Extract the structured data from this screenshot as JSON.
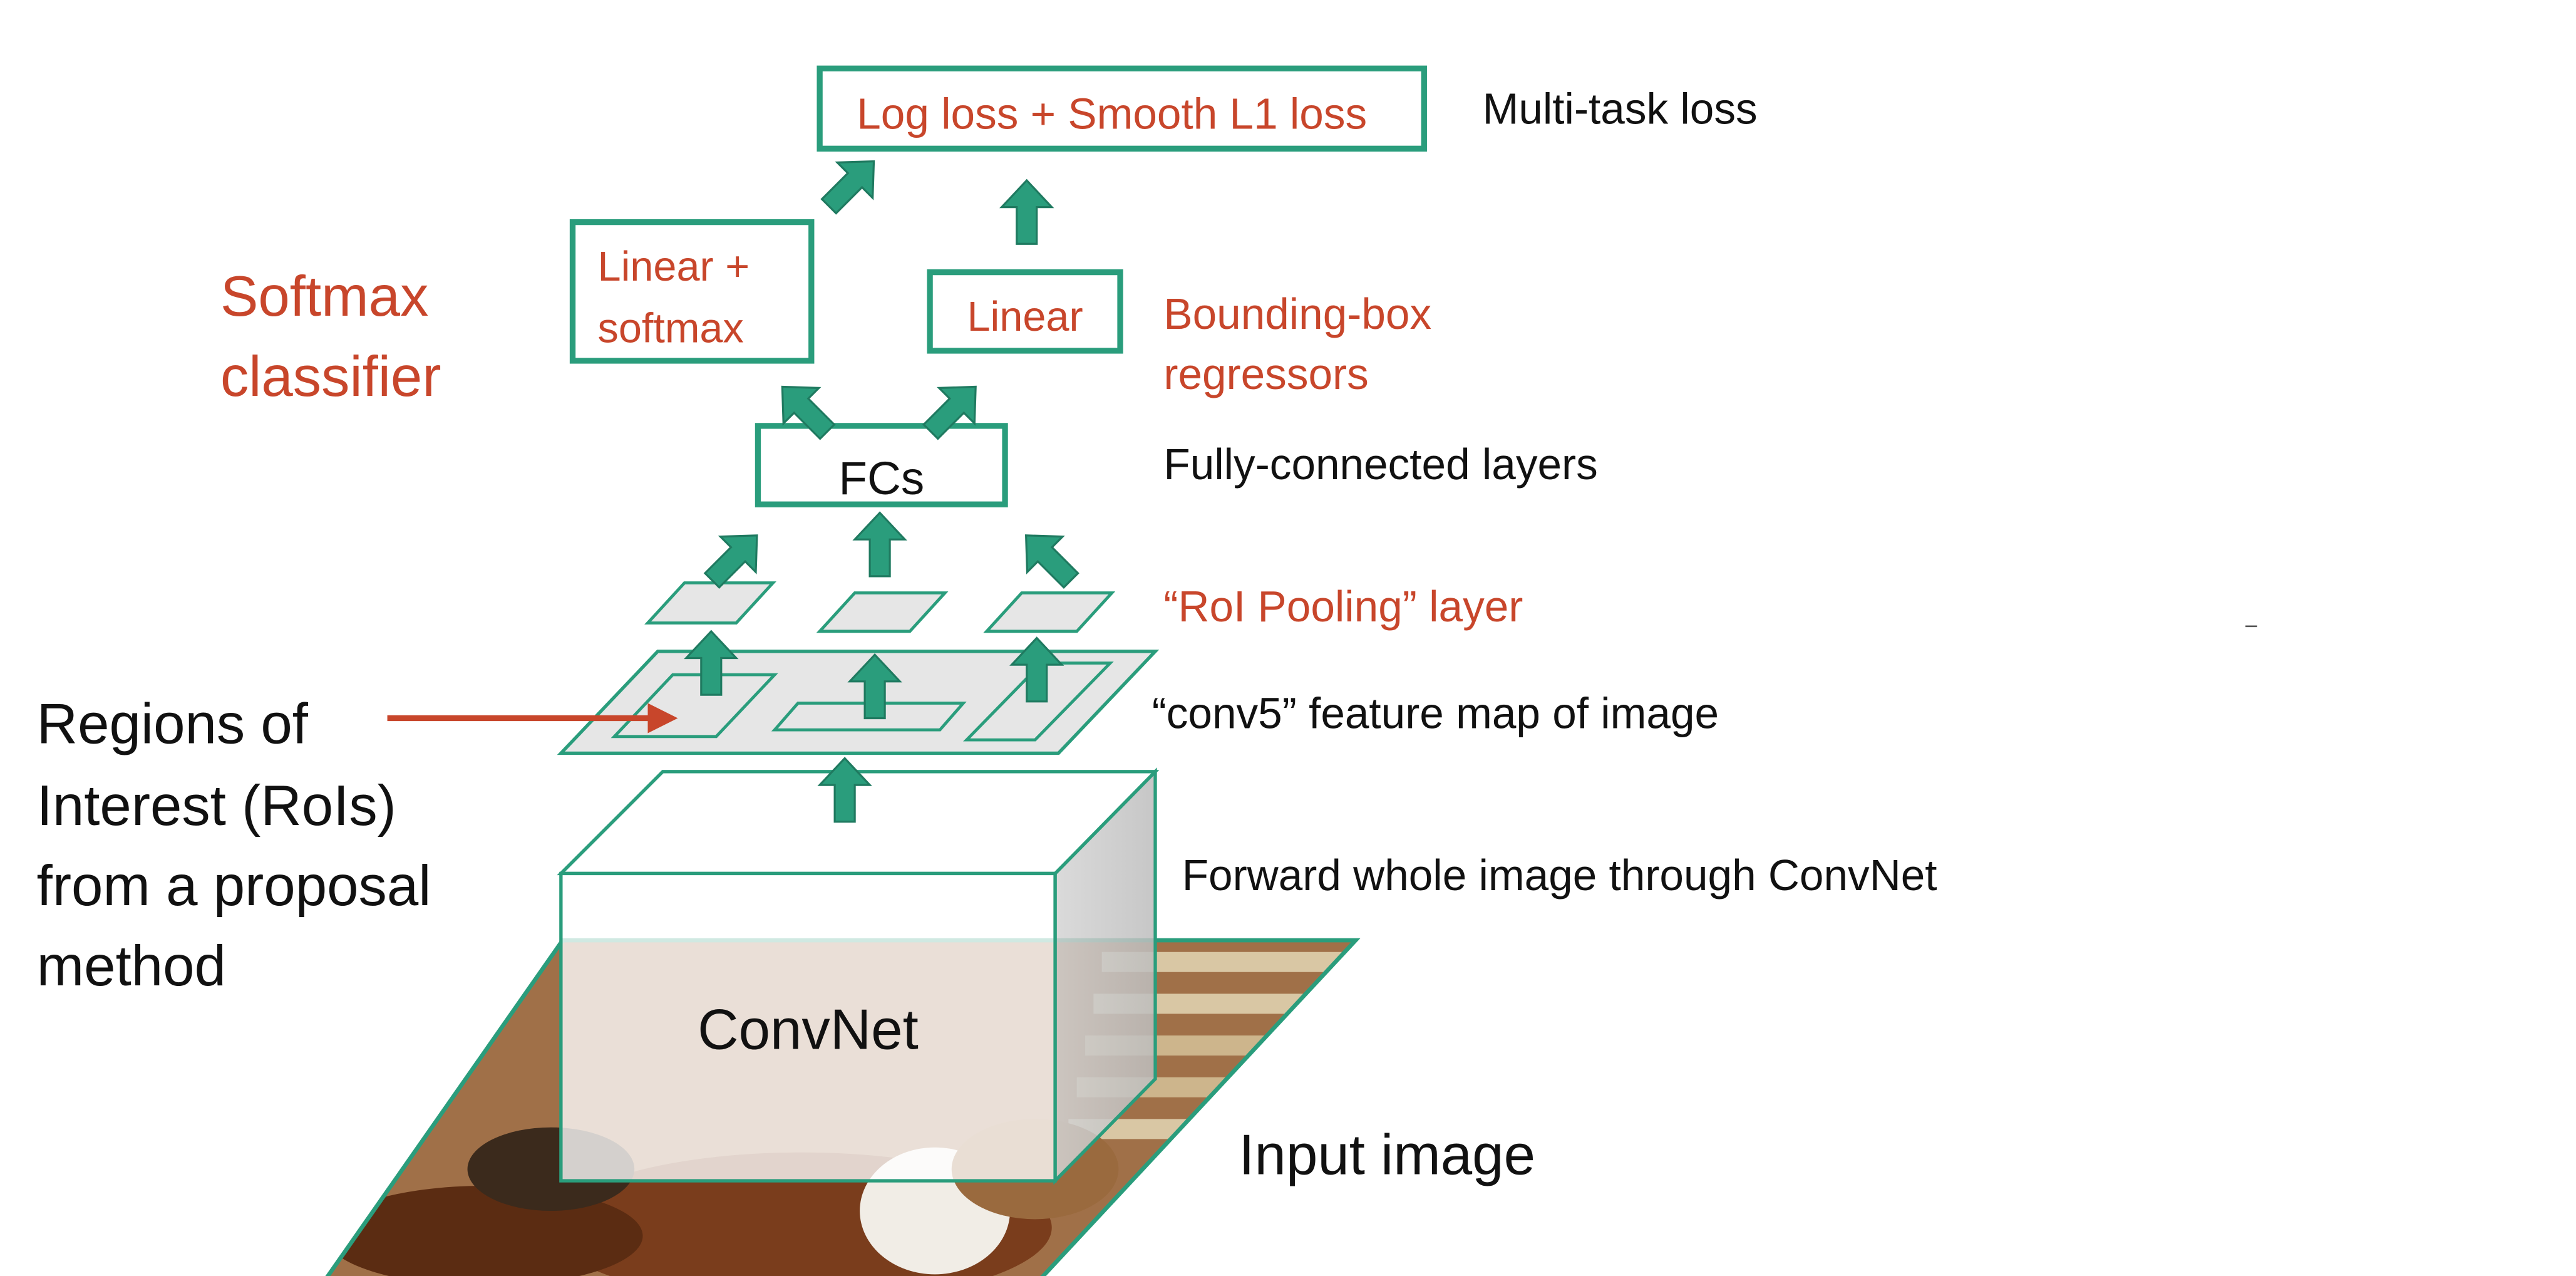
{
  "colors": {
    "teal": "#2a9d7c",
    "teal_dark": "#1f7a60",
    "red_text": "#c8462b",
    "black_text": "#111111",
    "gray_fill": "#e6e6e6",
    "box_side": "#cfcfcf"
  },
  "top": {
    "loss_box": "Log loss + Smooth L1 loss",
    "loss_label": "Multi-task loss"
  },
  "heads": {
    "cls_box_line1": "Linear +",
    "cls_box_line2": "softmax",
    "cls_label_line1": "Softmax",
    "cls_label_line2": "classifier",
    "reg_box": "Linear",
    "reg_label_line1": "Bounding-box",
    "reg_label_line2": "regressors"
  },
  "fc": {
    "box": "FCs",
    "label": "Fully-connected layers"
  },
  "roi_pool": {
    "label": "“RoI Pooling” layer"
  },
  "conv5": {
    "label": "“conv5” feature map of image"
  },
  "rois": {
    "line1": "Regions of",
    "line2": "Interest (RoIs)",
    "line3": "from a proposal",
    "line4": "method"
  },
  "convnet": {
    "box": "ConvNet",
    "label": "Forward whole image through ConvNet"
  },
  "input": {
    "label": "Input image"
  },
  "icons": [
    "up-arrow-icon",
    "diagonal-arrow-icon",
    "red-pointer-arrow-icon"
  ]
}
